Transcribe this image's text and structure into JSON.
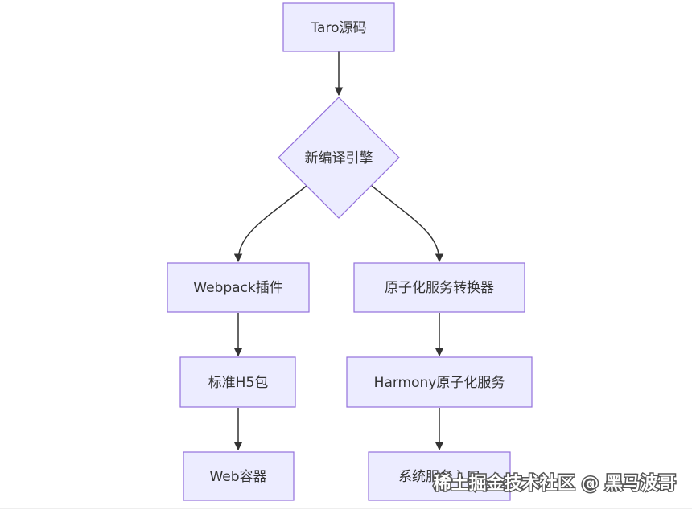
{
  "diagram": {
    "nodes": {
      "taro_source": "Taro源码",
      "new_compile_engine": "新编译引擎",
      "webpack_plugin": "Webpack插件",
      "atomic_service_converter": "原子化服务转换器",
      "standard_h5_package": "标准H5包",
      "harmony_atomic_service": "Harmony原子化服务",
      "web_container": "Web容器",
      "system_service_entry": "系统服务入口"
    },
    "edges": [
      {
        "from": "taro_source",
        "to": "new_compile_engine"
      },
      {
        "from": "new_compile_engine",
        "to": "webpack_plugin"
      },
      {
        "from": "new_compile_engine",
        "to": "atomic_service_converter"
      },
      {
        "from": "webpack_plugin",
        "to": "standard_h5_package"
      },
      {
        "from": "atomic_service_converter",
        "to": "harmony_atomic_service"
      },
      {
        "from": "standard_h5_package",
        "to": "web_container"
      },
      {
        "from": "harmony_atomic_service",
        "to": "system_service_entry"
      }
    ],
    "colors": {
      "node_fill": "#ececff",
      "node_stroke": "#9370db",
      "edge": "#333333",
      "text": "#333333"
    }
  },
  "watermark": "稀土掘金技术社区 @ 黑马波哥"
}
